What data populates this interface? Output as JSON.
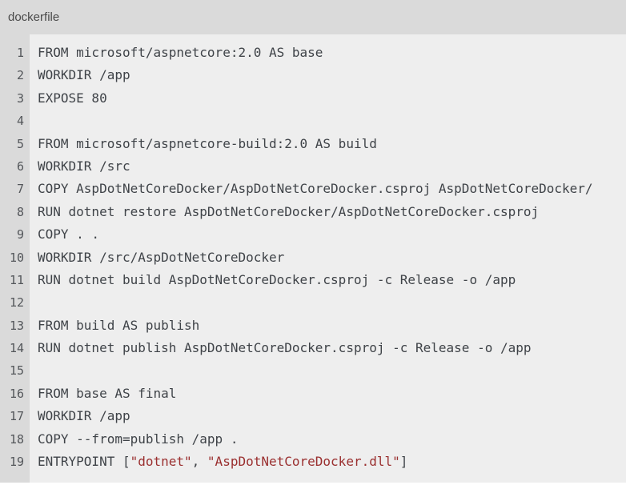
{
  "page": {
    "background": "#ffffff"
  },
  "code_block": {
    "title": "dockerfile",
    "language": "dockerfile",
    "first_line_number": 1,
    "last_line_number": 19,
    "colors": {
      "chrome_bg": "#dadada",
      "code_bg": "#eeeeee",
      "title_text": "#4a4a4a",
      "line_number_text": "#53565a",
      "code_text": "#3f4348",
      "string_text": "#9a2f2f",
      "page_bg": "#ffffff"
    },
    "lines": [
      {
        "number": 1,
        "segments": [
          {
            "type": "plain",
            "text": "FROM microsoft/aspnetcore:2.0 AS base"
          }
        ]
      },
      {
        "number": 2,
        "segments": [
          {
            "type": "plain",
            "text": "WORKDIR /app"
          }
        ]
      },
      {
        "number": 3,
        "segments": [
          {
            "type": "plain",
            "text": "EXPOSE 80"
          }
        ]
      },
      {
        "number": 4,
        "segments": []
      },
      {
        "number": 5,
        "segments": [
          {
            "type": "plain",
            "text": "FROM microsoft/aspnetcore-build:2.0 AS build"
          }
        ]
      },
      {
        "number": 6,
        "segments": [
          {
            "type": "plain",
            "text": "WORKDIR /src"
          }
        ]
      },
      {
        "number": 7,
        "segments": [
          {
            "type": "plain",
            "text": "COPY AspDotNetCoreDocker/AspDotNetCoreDocker.csproj AspDotNetCoreDocker/"
          }
        ]
      },
      {
        "number": 8,
        "segments": [
          {
            "type": "plain",
            "text": "RUN dotnet restore AspDotNetCoreDocker/AspDotNetCoreDocker.csproj"
          }
        ]
      },
      {
        "number": 9,
        "segments": [
          {
            "type": "plain",
            "text": "COPY . ."
          }
        ]
      },
      {
        "number": 10,
        "segments": [
          {
            "type": "plain",
            "text": "WORKDIR /src/AspDotNetCoreDocker"
          }
        ]
      },
      {
        "number": 11,
        "segments": [
          {
            "type": "plain",
            "text": "RUN dotnet build AspDotNetCoreDocker.csproj -c Release -o /app"
          }
        ]
      },
      {
        "number": 12,
        "segments": []
      },
      {
        "number": 13,
        "segments": [
          {
            "type": "plain",
            "text": "FROM build AS publish"
          }
        ]
      },
      {
        "number": 14,
        "segments": [
          {
            "type": "plain",
            "text": "RUN dotnet publish AspDotNetCoreDocker.csproj -c Release -o /app"
          }
        ]
      },
      {
        "number": 15,
        "segments": []
      },
      {
        "number": 16,
        "segments": [
          {
            "type": "plain",
            "text": "FROM base AS final"
          }
        ]
      },
      {
        "number": 17,
        "segments": [
          {
            "type": "plain",
            "text": "WORKDIR /app"
          }
        ]
      },
      {
        "number": 18,
        "segments": [
          {
            "type": "plain",
            "text": "COPY --from=publish /app ."
          }
        ]
      },
      {
        "number": 19,
        "segments": [
          {
            "type": "plain",
            "text": "ENTRYPOINT ["
          },
          {
            "type": "string",
            "text": "\"dotnet\""
          },
          {
            "type": "plain",
            "text": ", "
          },
          {
            "type": "string",
            "text": "\"AspDotNetCoreDocker.dll\""
          },
          {
            "type": "plain",
            "text": "]"
          }
        ]
      }
    ]
  }
}
